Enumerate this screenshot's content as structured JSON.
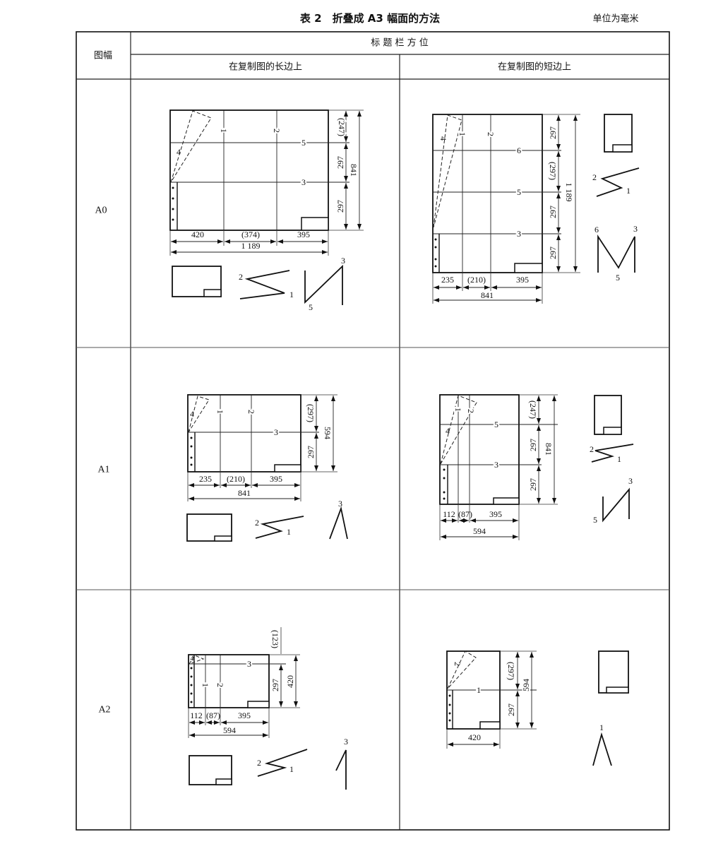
{
  "title": "表 2　折叠成 A3 幅面的方法",
  "unit": "单位为毫米",
  "headers": {
    "size": "图幅",
    "position": "标 题 栏 方 位",
    "long_edge": "在复制图的长边上",
    "short_edge": "在复制图的短边上"
  },
  "rows": [
    {
      "label": "A0",
      "long": {
        "folds": [
          "1",
          "2",
          "5",
          "3",
          "4"
        ],
        "dims": [
          "(247)",
          "297",
          "297",
          "841",
          "420",
          "(374)",
          "395",
          "1 189"
        ],
        "seq_a": [
          "2",
          "1"
        ],
        "seq_b": [
          "3",
          "5"
        ]
      },
      "short": {
        "folds": [
          "1",
          "2",
          "6",
          "5",
          "3",
          "4"
        ],
        "dims": [
          "297",
          "(297)",
          "297",
          "297",
          "1 189",
          "235",
          "(210)",
          "395",
          "841"
        ],
        "seq_a": [
          "2",
          "1"
        ],
        "seq_b": [
          "6",
          "3",
          "5"
        ]
      }
    },
    {
      "label": "A1",
      "long": {
        "folds": [
          "1",
          "2",
          "3",
          "4"
        ],
        "dims": [
          "(297)",
          "297",
          "594",
          "235",
          "(210)",
          "395",
          "841"
        ],
        "seq_a": [
          "2",
          "1"
        ],
        "seq_b": [
          "3"
        ]
      },
      "short": {
        "folds": [
          "1",
          "2",
          "5",
          "3",
          "4"
        ],
        "dims": [
          "(247)",
          "297",
          "297",
          "841",
          "112",
          "(87)",
          "395",
          "594"
        ],
        "seq_a": [
          "2",
          "1"
        ],
        "seq_b": [
          "3",
          "5"
        ]
      }
    },
    {
      "label": "A2",
      "long": {
        "folds": [
          "4",
          "3",
          "1",
          "2"
        ],
        "dims": [
          "(123)",
          "297",
          "420",
          "112",
          "(87)",
          "395",
          "594"
        ],
        "seq_a": [
          "2",
          "1"
        ],
        "seq_b": [
          "3"
        ]
      },
      "short": {
        "folds": [
          "2",
          "1"
        ],
        "dims": [
          "(297)",
          "297",
          "594",
          "420"
        ],
        "seq_b": [
          "1"
        ]
      }
    }
  ]
}
